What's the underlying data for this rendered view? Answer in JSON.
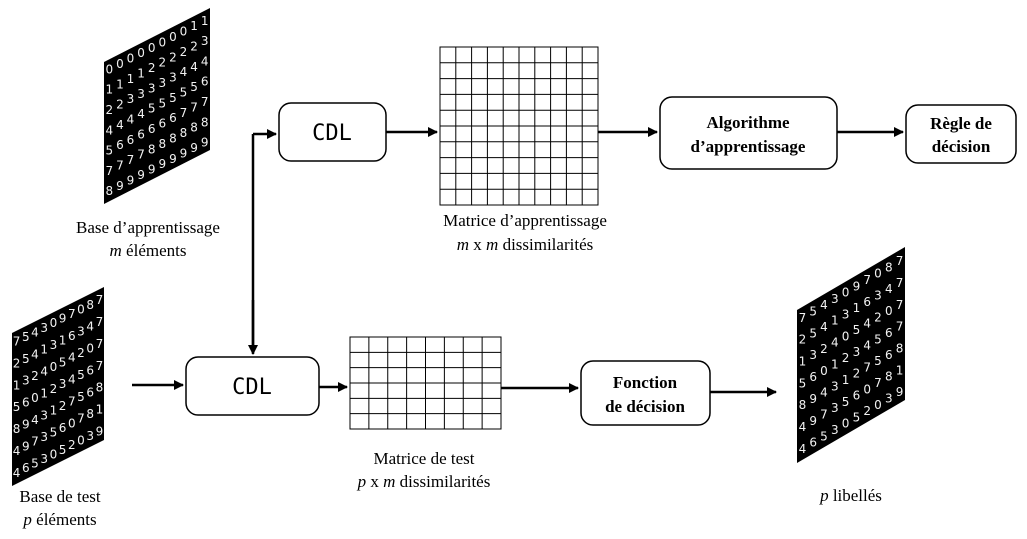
{
  "train_base": {
    "caption_line1": "Base d’apprentissage",
    "caption_var": "m",
    "caption_line2_rest": " éléments",
    "digit_rows": [
      "0000000011",
      "1111222223",
      "2233333444",
      "4444555556",
      "5666666777",
      "7777888888",
      "8999999999"
    ]
  },
  "test_base": {
    "caption_line1": "Base de test",
    "caption_var": "p",
    "caption_line2_rest": " éléments",
    "digit_rows": [
      "7543097087",
      "2541316347",
      "1324054207",
      "5601234567",
      "8943127568",
      "4973560781",
      "4653052039"
    ]
  },
  "labelled": {
    "caption_var": "p",
    "caption_rest": " libellés",
    "digit_rows": [
      "7543097087",
      "2541316347",
      "1324054207",
      "5601234567",
      "8943127568",
      "4973560781",
      "4653052039"
    ]
  },
  "cdl_top": {
    "label": "CDL"
  },
  "cdl_bottom": {
    "label": "CDL"
  },
  "train_matrix": {
    "caption_line1": "Matrice d’apprentissage",
    "caption_var1": "m",
    "caption_mid": " x ",
    "caption_var2": "m",
    "caption_rest": " dissimilarités"
  },
  "test_matrix": {
    "caption_line1": "Matrice de test",
    "caption_var1": "p",
    "caption_mid": " x ",
    "caption_var2": "m",
    "caption_rest": " dissimilarités"
  },
  "learning_algo": {
    "line1": "Algorithme",
    "line2": "d’apprentissage"
  },
  "decision_rule": {
    "line1": "Règle de",
    "line2": "décision"
  },
  "decision_fn": {
    "line1": "Fonction",
    "line2": "de décision"
  }
}
